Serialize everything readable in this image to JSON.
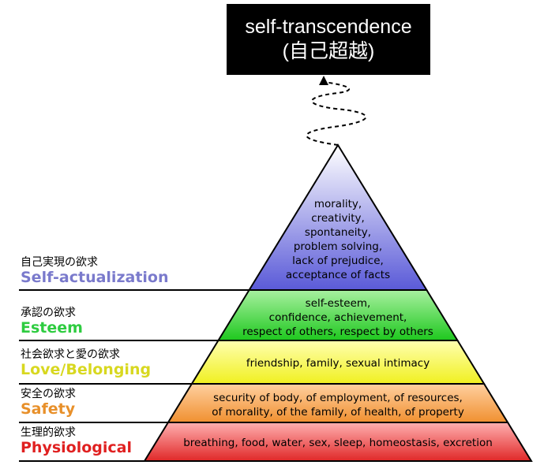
{
  "top": {
    "title": "self-transcendence",
    "subtitle": "(自己超越)"
  },
  "levels": [
    {
      "jp": "自己実現の欲求",
      "en": "Self-actualization",
      "color": "#7a7acc",
      "fill_top": "#ffffff",
      "fill_bottom": "#5a5ad8",
      "lines": [
        "morality,",
        "creativity,",
        "spontaneity,",
        "problem solving,",
        "lack of prejudice,",
        "acceptance of facts"
      ]
    },
    {
      "jp": "承認の欲求",
      "en": "Esteem",
      "color": "#2ecc40",
      "fill_top": "#a8f0a0",
      "fill_bottom": "#1ec81e",
      "lines": [
        "self-esteem,",
        "confidence, achievement,",
        "respect of others, respect by others"
      ]
    },
    {
      "jp": "社会欲求と愛の欲求",
      "en": "Love/Belonging",
      "color": "#d8d820",
      "fill_top": "#ffffb0",
      "fill_bottom": "#f0f020",
      "lines": [
        "friendship, family, sexual intimacy"
      ]
    },
    {
      "jp": "安全の欲求",
      "en": "Safety",
      "color": "#e8902a",
      "fill_top": "#ffd0a0",
      "fill_bottom": "#f09030",
      "lines": [
        "security of body, of employment, of resources,",
        "of morality, of the family, of health, of property"
      ]
    },
    {
      "jp": "生理的欲求",
      "en": "Physiological",
      "color": "#e02020",
      "fill_top": "#ffb0b0",
      "fill_bottom": "#e02828",
      "lines": [
        "breathing, food, water, sex, sleep, homeostasis, excretion"
      ]
    }
  ]
}
